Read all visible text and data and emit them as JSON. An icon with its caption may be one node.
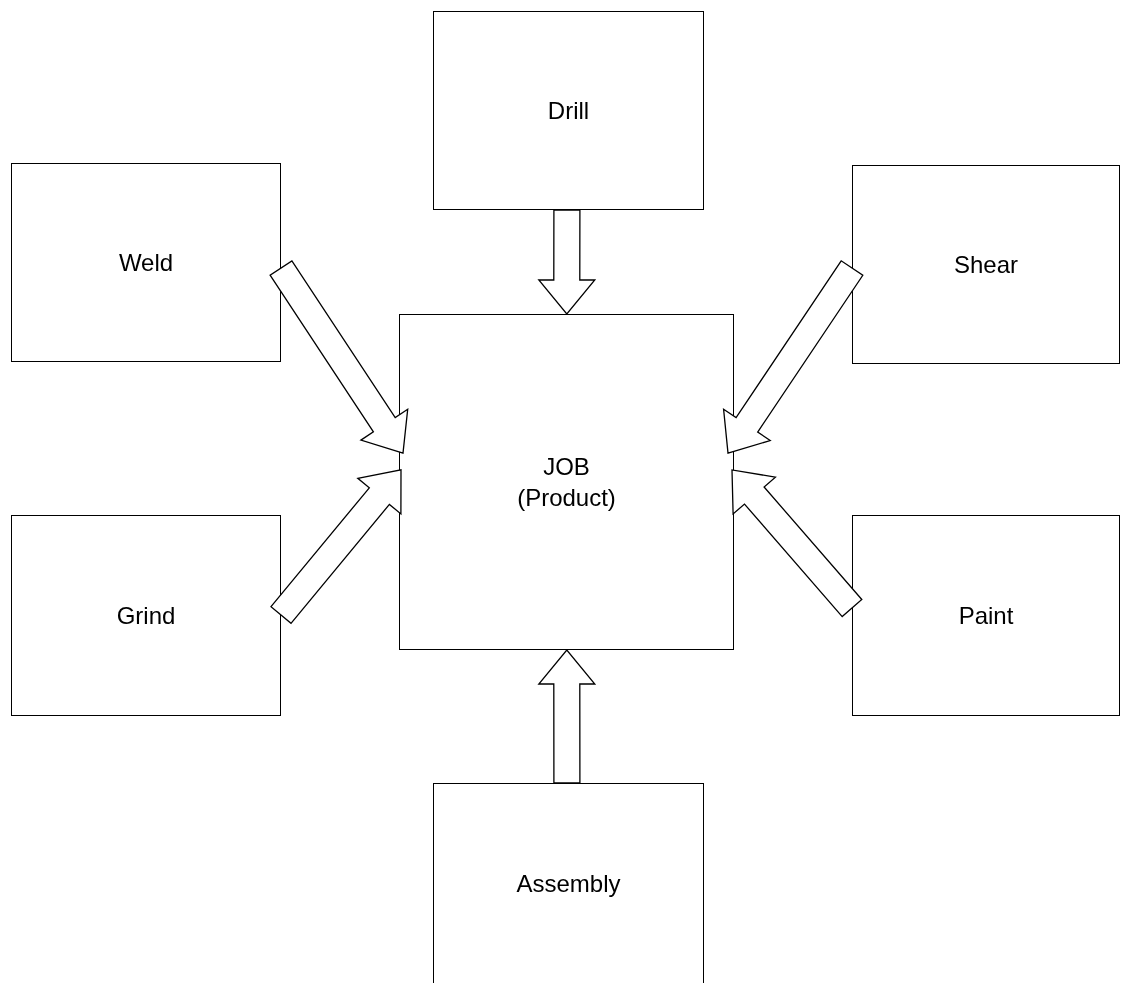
{
  "diagram": {
    "nodes": [
      {
        "text": [
          "Drill"
        ]
      },
      {
        "text": [
          "Weld"
        ]
      },
      {
        "text": [
          "Shear"
        ]
      },
      {
        "text": [
          "JOB (Product)"
        ]
      },
      {
        "text": [
          "Grind"
        ]
      },
      {
        "text": [
          "Paint"
        ]
      },
      {
        "text": [
          "Assembly"
        ]
      }
    ],
    "edges": [
      {
        "from": 0,
        "to": 3,
        "arrow": "to"
      },
      {
        "from": 1,
        "to": 3,
        "arrow": "to"
      },
      {
        "from": 2,
        "to": 3,
        "arrow": "to"
      },
      {
        "from": 4,
        "to": 3,
        "arrow": "to"
      },
      {
        "from": 5,
        "to": 3,
        "arrow": "to"
      },
      {
        "from": 6,
        "to": 3,
        "arrow": "to"
      }
    ]
  }
}
